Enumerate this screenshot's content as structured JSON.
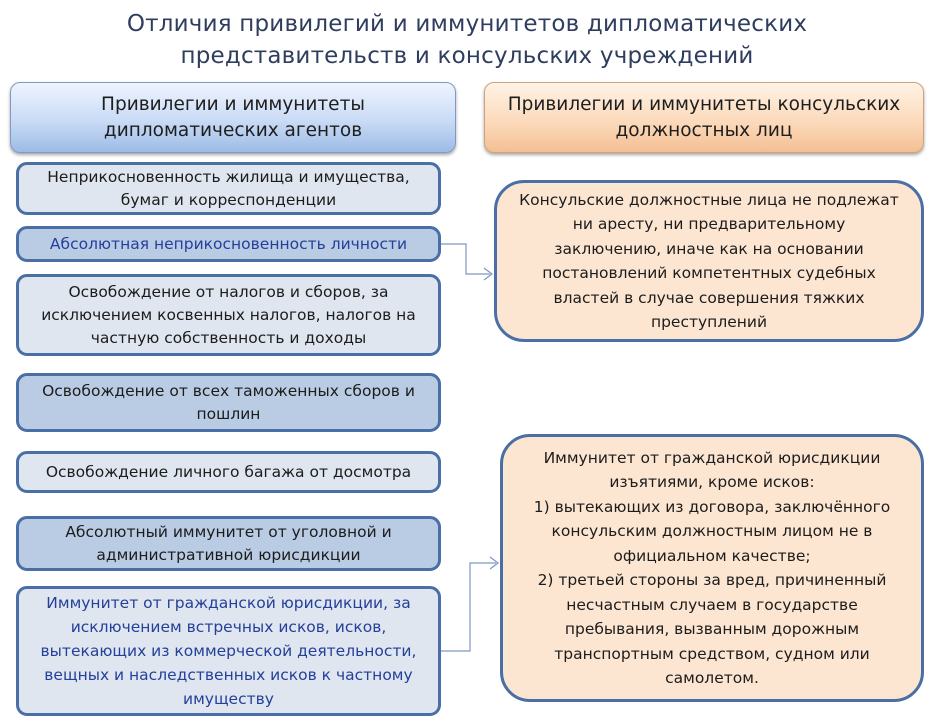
{
  "title": {
    "line1": "Отличия привилегий и иммунитетов дипломатических",
    "line2": "представительств  и консульских  учреждений"
  },
  "headers": {
    "left": {
      "line1": "Привилегии и иммунитеты",
      "line2": "дипломатических агентов"
    },
    "right": {
      "line1": "Привилегии и иммунитеты консульских",
      "line2": "должностных лиц"
    }
  },
  "left_items": [
    {
      "lines": [
        "Неприкосновенность жилища и имущества,",
        "бумаг и корреспонденции"
      ]
    },
    {
      "lines": [
        "Абсолютная неприкосновенность личности"
      ]
    },
    {
      "lines": [
        "Освобождение от налогов и сборов, за",
        "исключением косвенных налогов, налогов на",
        "частную собственность и доходы"
      ]
    },
    {
      "lines": [
        "Освобождение от всех таможенных сборов и",
        "пошлин"
      ]
    },
    {
      "lines": [
        "Освобождение личного багажа от досмотра"
      ]
    },
    {
      "lines": [
        "Абсолютный иммунитет от уголовной и",
        "административной юрисдикции"
      ]
    },
    {
      "lines": [
        "Иммунитет от гражданской юрисдикции, за",
        "исключением   встречных исков, исков,",
        "вытекающих из коммерческой деятельности,",
        "вещных и наследственных исков к частному",
        "имуществу"
      ]
    }
  ],
  "right_items": [
    {
      "lines": [
        "Консульские должностные лица не подлежат",
        "ни аресту, ни предварительному",
        "заключению,  иначе как на основании",
        "постановлений компетентных судебных",
        "властей в случае совершения тяжких",
        "преступлений"
      ]
    },
    {
      "lines": [
        "Иммунитет от  гражданской юрисдикции",
        "изъятиями, кроме исков:",
        "1) вытекающих из договора,  заключённого",
        "консульским должностным лицом не в",
        "официальном качестве;",
        "2) третьей стороны за вред, причиненный",
        "несчастным случаем в государстве",
        "пребывания, вызванным дорожным",
        "транспортным средством, судном или",
        "самолетом."
      ]
    }
  ],
  "colors": {
    "title": "#2f3e5e",
    "box_border": "#4a6ea6",
    "box_light": "#dfe6f0",
    "box_mid": "#b9cce4",
    "right_fill": "#fde6d1",
    "emphasis_text": "#24409a",
    "connector": "#7f96c2"
  }
}
